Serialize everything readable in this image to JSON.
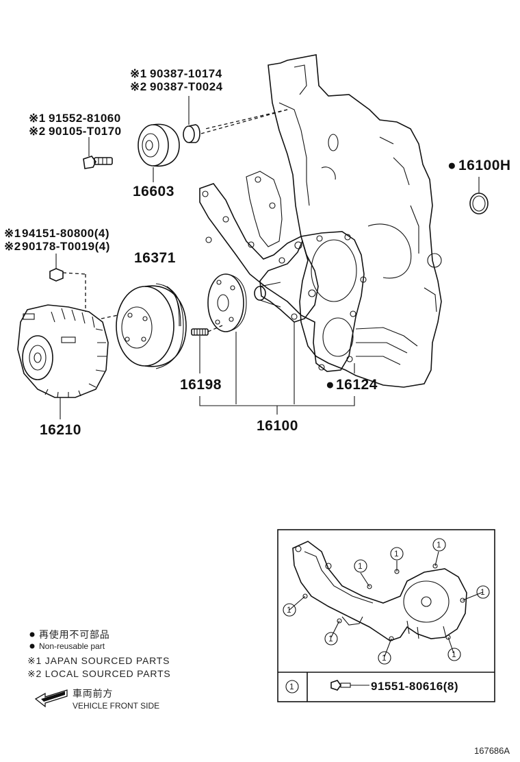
{
  "parts": {
    "p16603": "16603",
    "p16371": "16371",
    "p16198": "16198",
    "p16124": "16124",
    "p16100": "16100",
    "p16210": "16210",
    "p16100H": "16100H",
    "idler_bolt": {
      "line1": "91552-81060",
      "line2": "90105-T0170"
    },
    "idler_spacer": {
      "line1": "90387-10174",
      "line2": "90387-T0024"
    },
    "fan_nut": {
      "line1": "94151-80800(4)",
      "line2": "90178-T0019(4)"
    }
  },
  "marks": {
    "japan": "※1",
    "local": "※2",
    "bullet": "●"
  },
  "inset": {
    "callout": "1",
    "bolt_part": "91551-80616(8)"
  },
  "legend": {
    "nonreusable_jp": "再使用不可部品",
    "nonreusable_en": "Non-reusable part",
    "japan": "※1 JAPAN SOURCED PARTS",
    "local": "※2 LOCAL SOURCED PARTS",
    "front_jp": "車両前方",
    "front_en": "VEHICLE FRONT SIDE"
  },
  "figure_id": "167686A"
}
